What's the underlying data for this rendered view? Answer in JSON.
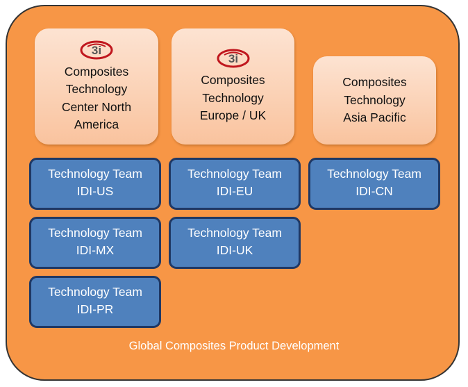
{
  "diagram": {
    "colors": {
      "outer_fill": "#f79646",
      "outer_border": "#343434",
      "center_fill": "#fcd5b5",
      "team_fill": "#4f81bd",
      "team_border": "#1f3864",
      "logo_red": "#c0171e"
    },
    "centers": [
      {
        "logo": "3i",
        "label": "Composites\nTechnology\nCenter North\nAmerica"
      },
      {
        "logo": "3i",
        "label": "Composites\nTechnology\nEurope / UK"
      },
      {
        "label": "Composites\nTechnology\nAsia Pacific"
      }
    ],
    "teams": [
      {
        "title": "Technology Team",
        "code": "IDI-US"
      },
      {
        "title": "Technology Team",
        "code": "IDI-MX"
      },
      {
        "title": "Technology Team",
        "code": "IDI-PR"
      },
      {
        "title": "Technology Team",
        "code": "IDI-EU"
      },
      {
        "title": "Technology Team",
        "code": "IDI-UK"
      },
      {
        "title": "Technology Team",
        "code": "IDI-CN"
      }
    ],
    "footer": "Global Composites Product Development"
  }
}
